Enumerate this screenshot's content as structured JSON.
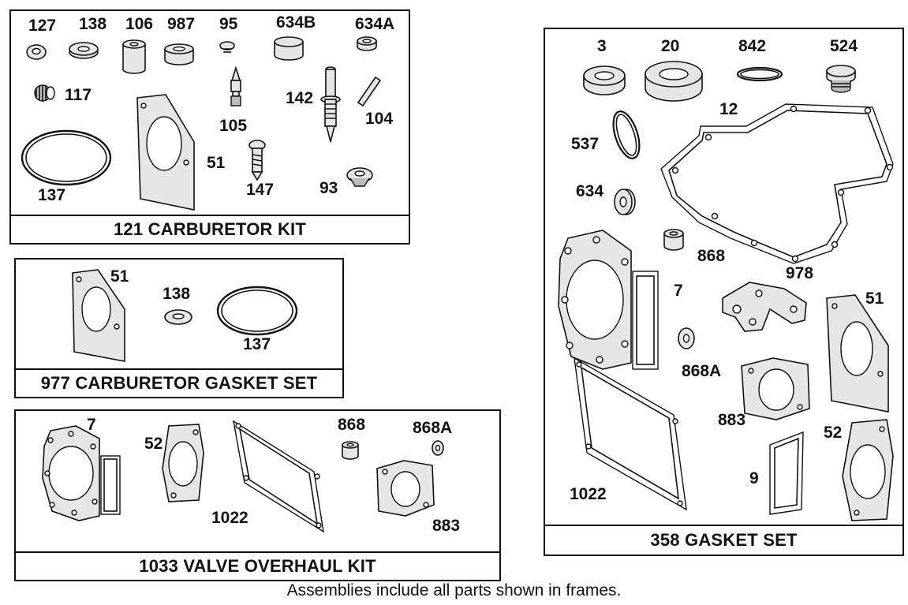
{
  "kits": {
    "carb_kit": {
      "title": "121 CARBURETOR KIT",
      "labels": {
        "p127": "127",
        "p138": "138",
        "p106": "106",
        "p987": "987",
        "p95": "95",
        "p634b": "634B",
        "p634a": "634A",
        "p117": "117",
        "p142": "142",
        "p104": "104",
        "p105": "105",
        "p51": "51",
        "p137": "137",
        "p147": "147",
        "p93": "93"
      }
    },
    "carb_gasket_set": {
      "title": "977 CARBURETOR GASKET SET",
      "labels": {
        "p51": "51",
        "p138": "138",
        "p137": "137"
      }
    },
    "valve_kit": {
      "title": "1033 VALVE OVERHAUL KIT",
      "labels": {
        "p7": "7",
        "p52": "52",
        "p1022": "1022",
        "p868": "868",
        "p868a": "868A",
        "p883": "883"
      }
    },
    "gasket_set": {
      "title": "358 GASKET SET",
      "labels": {
        "p3": "3",
        "p20": "20",
        "p842": "842",
        "p524": "524",
        "p12": "12",
        "p537": "537",
        "p634": "634",
        "p868": "868",
        "p7": "7",
        "p978": "978",
        "p51": "51",
        "p868a": "868A",
        "p883": "883",
        "p52": "52",
        "p9": "9",
        "p1022": "1022"
      }
    }
  },
  "footer": "Assemblies include all parts shown in frames."
}
